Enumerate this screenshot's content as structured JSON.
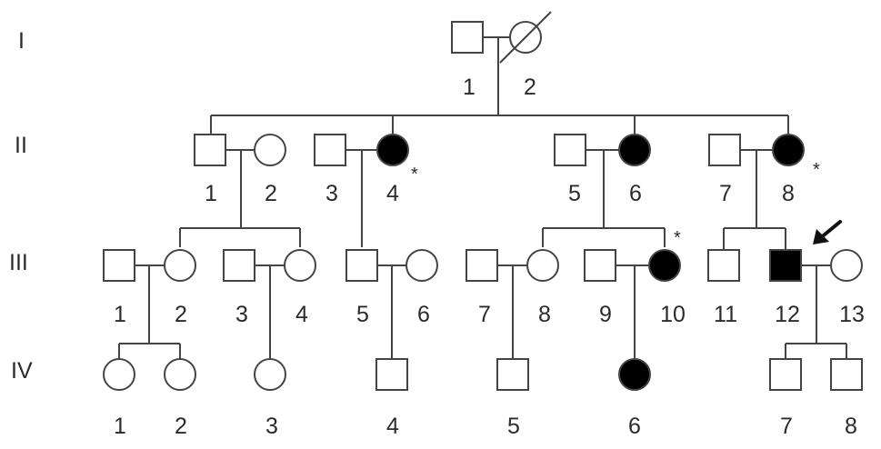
{
  "generations": [
    "I",
    "II",
    "III",
    "IV"
  ],
  "colors": {
    "affected": "#000000",
    "unaffected": "#ffffff",
    "line": "#444444",
    "text": "#2b2b2b"
  },
  "legend_marks": {
    "asterisk": "*",
    "proband_arrow": "arrow-icon"
  },
  "individuals": [
    {
      "id": "I-1",
      "number": "1",
      "sex": "male",
      "affected": false
    },
    {
      "id": "I-2",
      "number": "2",
      "sex": "female",
      "affected": false,
      "deceased": true
    },
    {
      "id": "II-1",
      "number": "1",
      "sex": "male",
      "affected": false
    },
    {
      "id": "II-2",
      "number": "2",
      "sex": "female",
      "affected": false
    },
    {
      "id": "II-3",
      "number": "3",
      "sex": "male",
      "affected": false
    },
    {
      "id": "II-4",
      "number": "4",
      "sex": "female",
      "affected": true,
      "asterisk": true
    },
    {
      "id": "II-5",
      "number": "5",
      "sex": "male",
      "affected": false
    },
    {
      "id": "II-6",
      "number": "6",
      "sex": "female",
      "affected": true
    },
    {
      "id": "II-7",
      "number": "7",
      "sex": "male",
      "affected": false
    },
    {
      "id": "II-8",
      "number": "8",
      "sex": "female",
      "affected": true,
      "asterisk": true
    },
    {
      "id": "III-1",
      "number": "1",
      "sex": "male",
      "affected": false
    },
    {
      "id": "III-2",
      "number": "2",
      "sex": "female",
      "affected": false
    },
    {
      "id": "III-3",
      "number": "3",
      "sex": "male",
      "affected": false
    },
    {
      "id": "III-4",
      "number": "4",
      "sex": "female",
      "affected": false
    },
    {
      "id": "III-5",
      "number": "5",
      "sex": "male",
      "affected": false
    },
    {
      "id": "III-6",
      "number": "6",
      "sex": "female",
      "affected": false
    },
    {
      "id": "III-7",
      "number": "7",
      "sex": "male",
      "affected": false
    },
    {
      "id": "III-8",
      "number": "8",
      "sex": "female",
      "affected": false
    },
    {
      "id": "III-9",
      "number": "9",
      "sex": "male",
      "affected": false
    },
    {
      "id": "III-10",
      "number": "10",
      "sex": "female",
      "affected": true,
      "asterisk": true
    },
    {
      "id": "III-11",
      "number": "11",
      "sex": "male",
      "affected": false
    },
    {
      "id": "III-12",
      "number": "12",
      "sex": "male",
      "affected": true,
      "proband": true
    },
    {
      "id": "III-13",
      "number": "13",
      "sex": "female",
      "affected": false
    },
    {
      "id": "IV-1",
      "number": "1",
      "sex": "female",
      "affected": false
    },
    {
      "id": "IV-2",
      "number": "2",
      "sex": "female",
      "affected": false
    },
    {
      "id": "IV-3",
      "number": "3",
      "sex": "female",
      "affected": false
    },
    {
      "id": "IV-4",
      "number": "4",
      "sex": "male",
      "affected": false
    },
    {
      "id": "IV-5",
      "number": "5",
      "sex": "male",
      "affected": false
    },
    {
      "id": "IV-6",
      "number": "6",
      "sex": "female",
      "affected": true
    },
    {
      "id": "IV-7",
      "number": "7",
      "sex": "male",
      "affected": false
    },
    {
      "id": "IV-8",
      "number": "8",
      "sex": "male",
      "affected": false
    }
  ]
}
